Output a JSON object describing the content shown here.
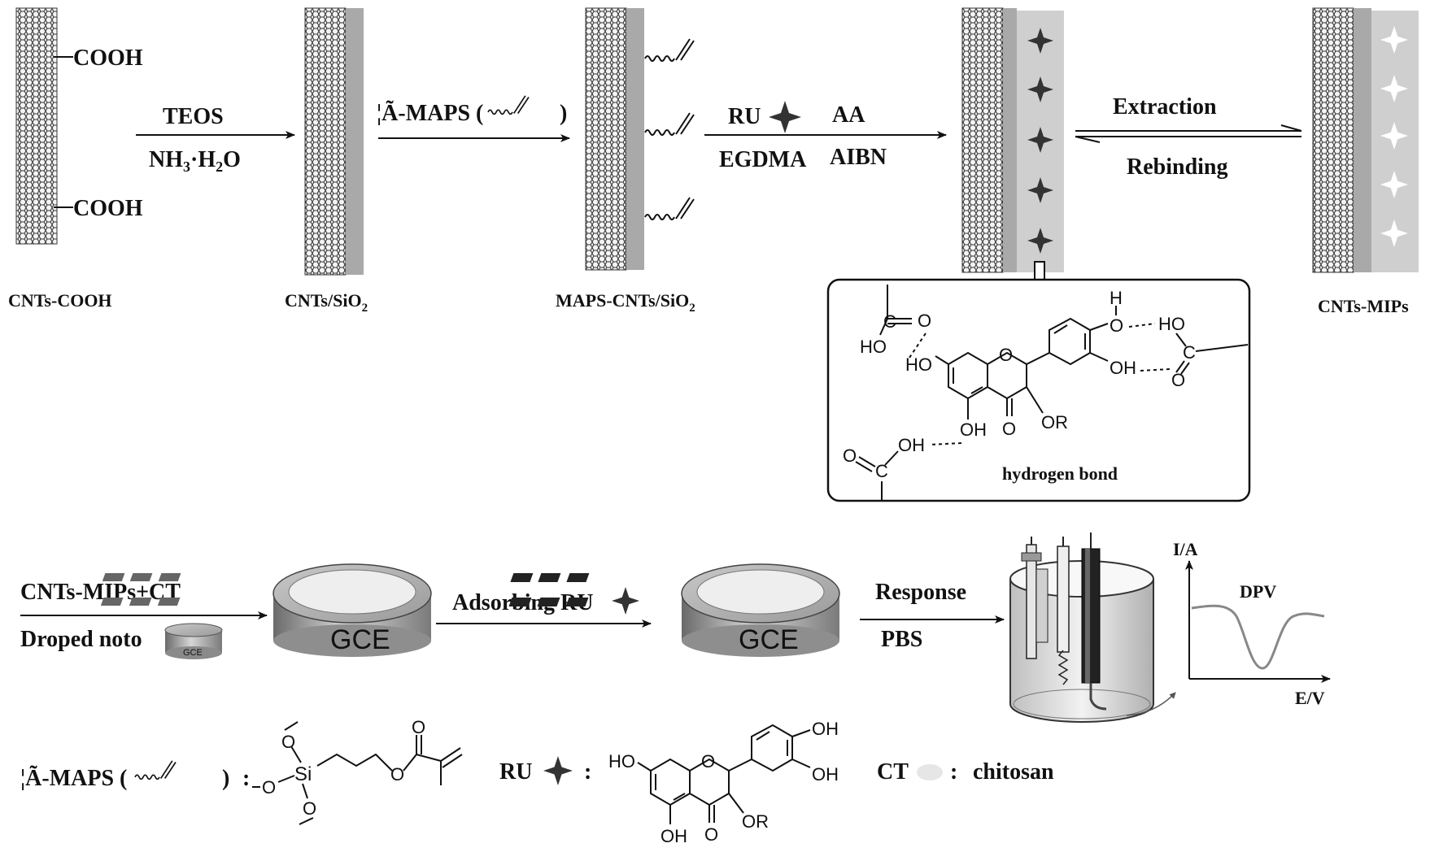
{
  "labels": {
    "cnts_cooh": "CNTs-COOH",
    "cooh": "COOH",
    "cnts_sio2_main": "CNTs/SiO",
    "sub2": "2",
    "maps_cnts_sio2_main": "MAPS-CNTs/SiO",
    "cnts_mips": "CNTs-MIPs",
    "teos": "TEOS",
    "nh3_a": "NH",
    "nh3_sub": "3",
    "nh3_b": "·H",
    "nh3_sub2": "2",
    "nh3_c": "O",
    "maps_step": "¦Ã-MAPS (",
    "paren_close": ")",
    "ru": "RU",
    "aa": "AA",
    "egdma": "EGDMA",
    "aibn": "AIBN",
    "extraction": "Extraction",
    "rebinding": "Rebinding",
    "hydrogen_bond": "hydrogen bond",
    "cnts_mips_ct": "CNTs-MIPs+CT",
    "droped_noto": "Droped noto",
    "gce": "GCE",
    "adsorbing_ru": "Adsorbing RU",
    "response": "Response",
    "pbs": "PBS",
    "ia": "I/A",
    "ev": "E/V",
    "dpv": "DPV",
    "maps_legend": "¦Ã-MAPS (",
    "colon": ":",
    "ru_legend": "RU",
    "ct": "CT",
    "chitosan": "chitosan"
  },
  "chem": {
    "ho": "HO",
    "oh": "OH",
    "o": "O",
    "h": "H",
    "or": "OR",
    "c": "C",
    "si": "Si"
  }
}
